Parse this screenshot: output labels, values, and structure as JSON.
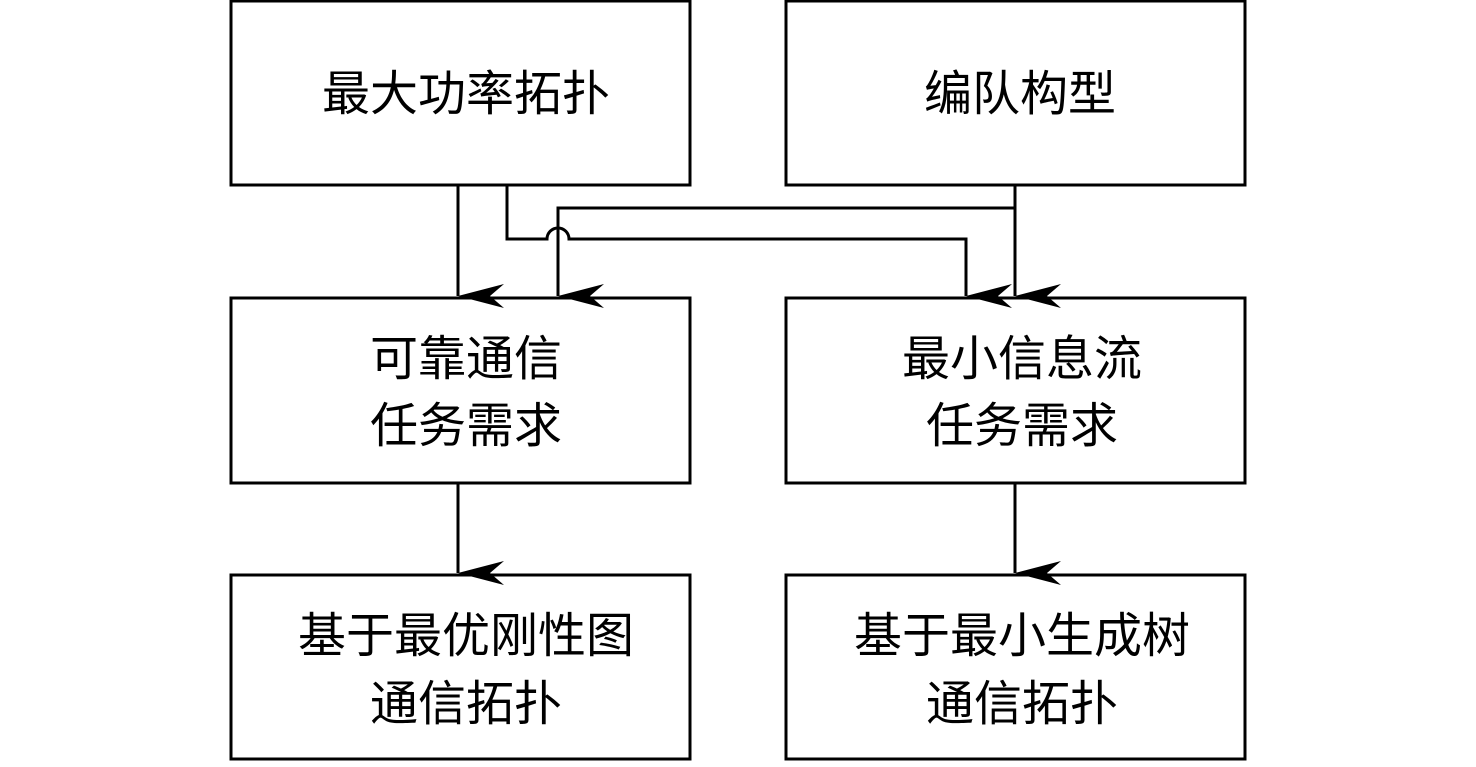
{
  "diagram": {
    "type": "flowchart",
    "colors": {
      "stroke": "#000000",
      "background": "#ffffff",
      "text": "#000000"
    },
    "nodes": [
      {
        "id": "max-power-topology",
        "lines": [
          "最大功率拓扑"
        ]
      },
      {
        "id": "formation-configuration",
        "lines": [
          "编队构型"
        ]
      },
      {
        "id": "reliable-comm-requirement",
        "lines": [
          "可靠通信",
          "任务需求"
        ]
      },
      {
        "id": "min-info-flow-requirement",
        "lines": [
          "最小信息流",
          "任务需求"
        ]
      },
      {
        "id": "optimal-rigid-graph-topology",
        "lines": [
          "基于最优刚性图",
          "通信拓扑"
        ]
      },
      {
        "id": "mst-comm-topology",
        "lines": [
          "基于最小生成树",
          "通信拓扑"
        ]
      }
    ],
    "edges": [
      {
        "from": "max-power-topology",
        "to": "reliable-comm-requirement"
      },
      {
        "from": "max-power-topology",
        "to": "min-info-flow-requirement",
        "crossing": "line-jump"
      },
      {
        "from": "formation-configuration",
        "to": "reliable-comm-requirement"
      },
      {
        "from": "formation-configuration",
        "to": "min-info-flow-requirement"
      },
      {
        "from": "reliable-comm-requirement",
        "to": "optimal-rigid-graph-topology"
      },
      {
        "from": "min-info-flow-requirement",
        "to": "mst-comm-topology"
      }
    ]
  }
}
